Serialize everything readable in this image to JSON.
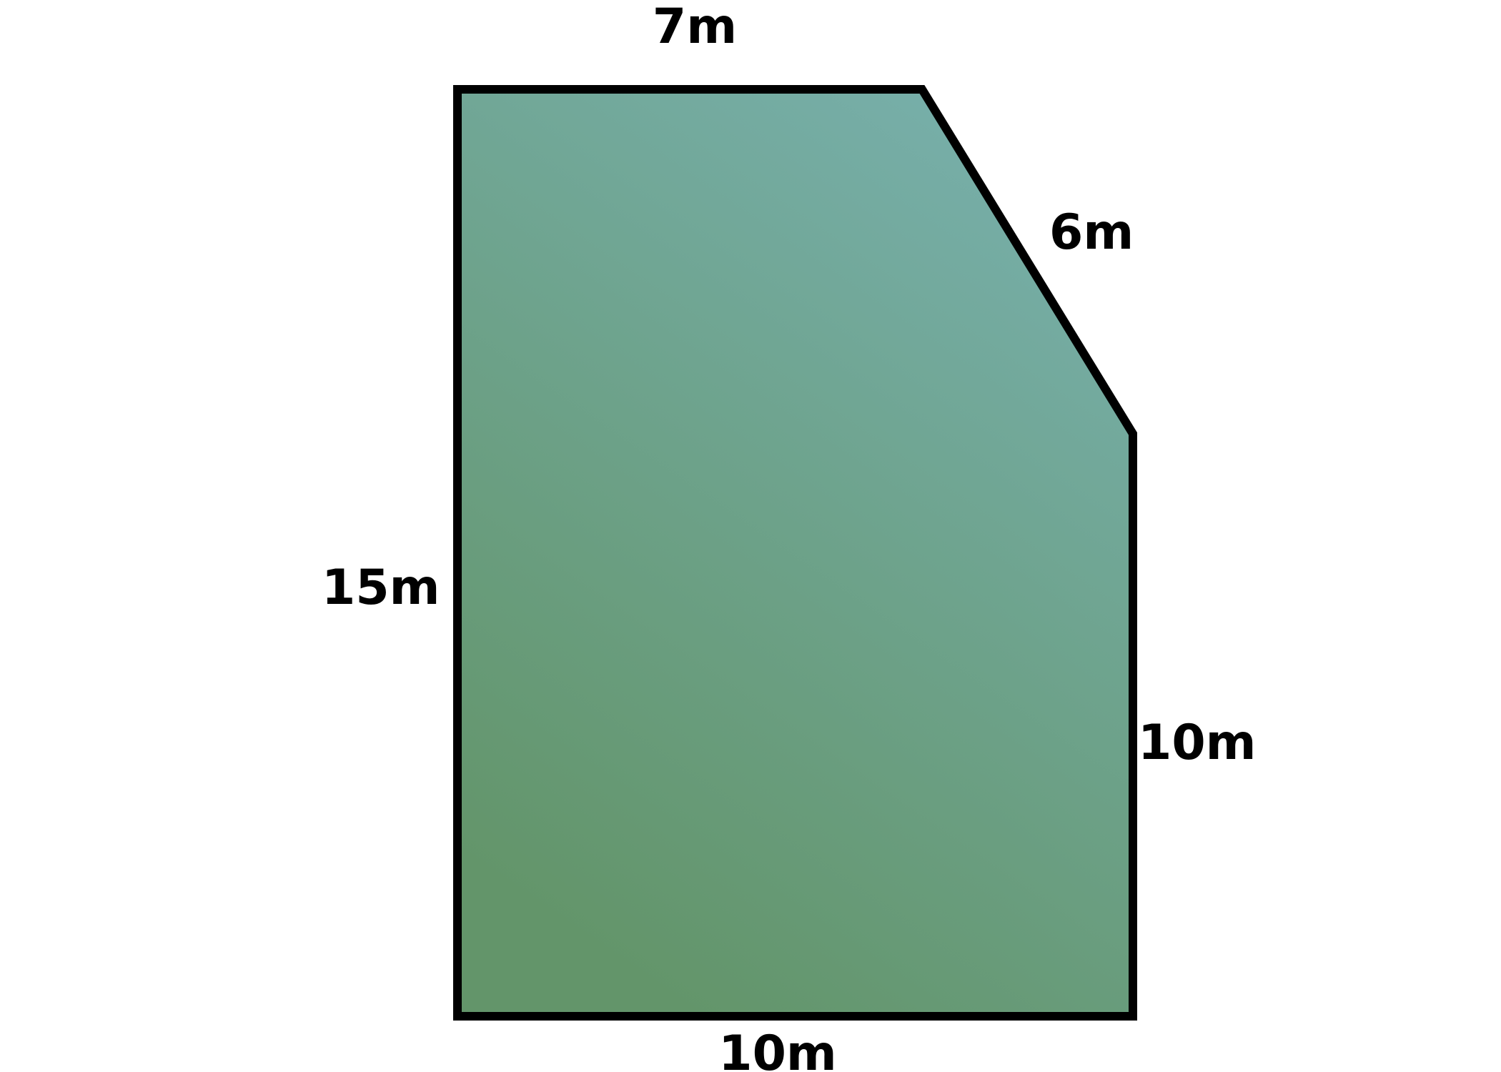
{
  "diagram": {
    "labels": {
      "top": "7m",
      "slant": "6m",
      "left": "15m",
      "right": "10m",
      "bottom": "10m"
    },
    "colors": {
      "fill_top": "#78b0ad",
      "fill_bottom": "#63956a",
      "outline": "#000000"
    }
  }
}
